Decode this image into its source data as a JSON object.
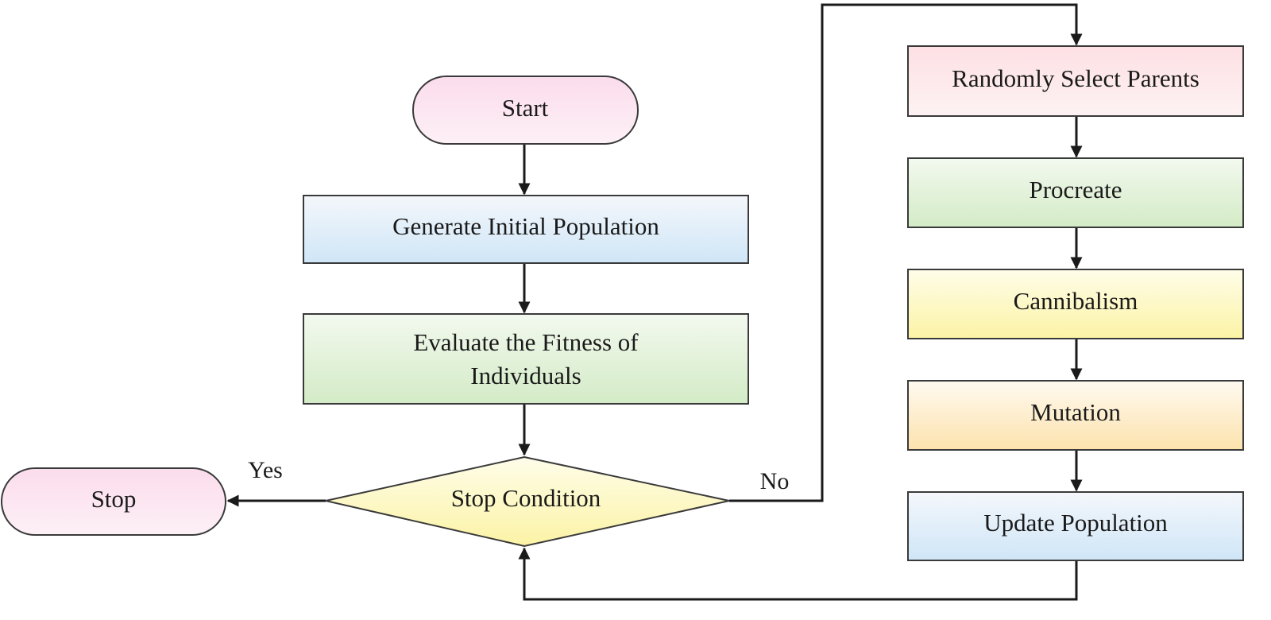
{
  "nodes": {
    "start": "Start",
    "generate": "Generate Initial Population",
    "evaluate_line1": "Evaluate the Fitness of",
    "evaluate_line2": "Individuals",
    "stop_condition": "Stop Condition",
    "stop": "Stop",
    "select_parents": "Randomly Select Parents",
    "procreate": "Procreate",
    "cannibalism": "Cannibalism",
    "mutation": "Mutation",
    "update": "Update Population"
  },
  "edges": {
    "yes": "Yes",
    "no": "No"
  },
  "colors": {
    "pink": "#fbdcec",
    "blue": "#d8ecf8",
    "green": "#dcefd2",
    "yellow": "#fdf8c4",
    "orange": "#fde8c0",
    "stroke": "#3a3a3a",
    "arrow": "#1a1a1a"
  }
}
